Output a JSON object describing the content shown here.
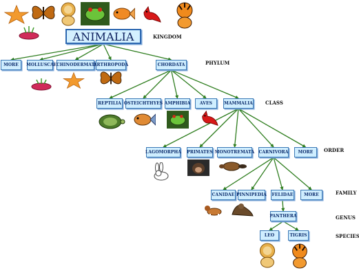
{
  "taxonomy": {
    "kingdom": "ANIMALIA",
    "phylum": [
      "MORE",
      "MOLLUSCA",
      "ECHINODERMATA",
      "ARTHROPODA",
      "CHORDATA"
    ],
    "class": [
      "REPTILIA",
      "OSTEICHTHYES",
      "AMPHIBIA",
      "AVES",
      "MAMMALIA"
    ],
    "order": [
      "LAGOMORPHA",
      "PRIMATES",
      "MONOTREMATA",
      "CARNIVORA",
      "MORE"
    ],
    "family": [
      "CANIDAE",
      "PINNIPEDIA",
      "FELIDAE",
      "MORE"
    ],
    "genus": "PANTHERA",
    "species": [
      "LEO",
      "TIGRIS"
    ]
  },
  "ranks": {
    "kingdom": "KINGDOM",
    "phylum": "PHYLUM",
    "class": "CLASS",
    "order": "ORDER",
    "family": "FAMILY",
    "genus": "GENUS",
    "species": "SPECIES"
  },
  "colors": {
    "line": "#2e7d1e",
    "box_fill": "#cfeeff",
    "box_border": "#3a78b5",
    "text": "#0a2a6b"
  },
  "icons": [
    "starfish-icon",
    "butterfly-icon",
    "lion-icon",
    "frog-icon",
    "fish-icon",
    "cardinal-icon",
    "tiger-icon",
    "anemone-icon",
    "turtle-icon",
    "rabbit-icon",
    "chimpanzee-icon",
    "platypus-icon",
    "dog-icon",
    "sea-lion-icon"
  ]
}
